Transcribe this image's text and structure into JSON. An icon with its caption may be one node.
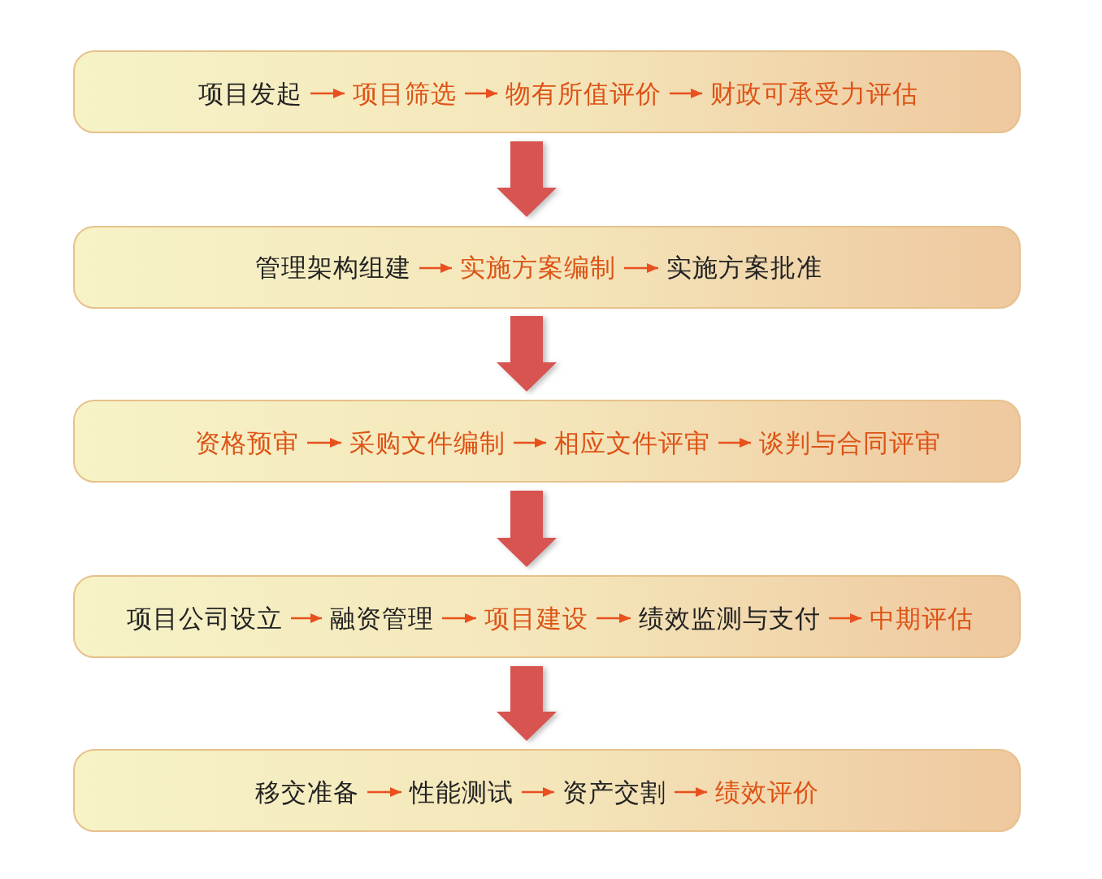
{
  "diagram": {
    "nodes": [
      {
        "text": [],
        "shape": "box"
      },
      {
        "text": [
          "项目发起"
        ],
        "in": 0
      },
      {
        "text": [
          "项目筛选"
        ],
        "in": 0
      },
      {
        "text": [
          "物有所值评价"
        ],
        "in": 0
      },
      {
        "text": [
          "财政可承受力评估"
        ],
        "in": 0
      },
      {
        "text": [],
        "shape": "box"
      },
      {
        "text": [
          "管理架构组建"
        ],
        "in": 5
      },
      {
        "text": [
          "实施方案编制"
        ],
        "in": 5
      },
      {
        "text": [
          "实施方案批准"
        ],
        "in": 5
      },
      {
        "text": [],
        "shape": "box"
      },
      {
        "text": [
          "资格预审"
        ],
        "in": 9
      },
      {
        "text": [
          "采购文件编制"
        ],
        "in": 9
      },
      {
        "text": [
          "相应文件评审"
        ],
        "in": 9
      },
      {
        "text": [
          "谈判与合同评审"
        ],
        "in": 9
      },
      {
        "text": [],
        "shape": "box"
      },
      {
        "text": [
          "项目公司设立"
        ],
        "in": 14
      },
      {
        "text": [
          "融资管理"
        ],
        "in": 14
      },
      {
        "text": [
          "项目建设"
        ],
        "in": 14
      },
      {
        "text": [
          "绩效监测与支付"
        ],
        "in": 14
      },
      {
        "text": [
          "中期评估"
        ],
        "in": 14
      },
      {
        "text": [],
        "shape": "box"
      },
      {
        "text": [
          "移交准备"
        ],
        "in": 20
      },
      {
        "text": [
          "性能测试"
        ],
        "in": 20
      },
      {
        "text": [
          "资产交割"
        ],
        "in": 20
      },
      {
        "text": [
          "绩效评价"
        ],
        "in": 20
      }
    ],
    "edges": [
      {
        "from": 1,
        "to": 2,
        "arrow": "to"
      },
      {
        "from": 2,
        "to": 3,
        "arrow": "to"
      },
      {
        "from": 3,
        "to": 4,
        "arrow": "to"
      },
      {
        "from": 0,
        "to": 5,
        "arrow": "to",
        "style": "thick",
        "color": "#d75450"
      },
      {
        "from": 6,
        "to": 7,
        "arrow": "to"
      },
      {
        "from": 7,
        "to": 8,
        "arrow": "to"
      },
      {
        "from": 5,
        "to": 9,
        "arrow": "to",
        "style": "thick",
        "color": "#d75450"
      },
      {
        "from": 10,
        "to": 11,
        "arrow": "to"
      },
      {
        "from": 11,
        "to": 12,
        "arrow": "to"
      },
      {
        "from": 12,
        "to": 13,
        "arrow": "to"
      },
      {
        "from": 9,
        "to": 14,
        "arrow": "to",
        "style": "thick",
        "color": "#d75450"
      },
      {
        "from": 15,
        "to": 16,
        "arrow": "to"
      },
      {
        "from": 16,
        "to": 17,
        "arrow": "to"
      },
      {
        "from": 17,
        "to": 18,
        "arrow": "to"
      },
      {
        "from": 18,
        "to": 19,
        "arrow": "to"
      },
      {
        "from": 14,
        "to": 20,
        "arrow": "to",
        "style": "thick",
        "color": "#d75450"
      },
      {
        "from": 21,
        "to": 22,
        "arrow": "to"
      },
      {
        "from": 22,
        "to": 23,
        "arrow": "to"
      },
      {
        "from": 23,
        "to": 24,
        "arrow": "to"
      }
    ]
  }
}
